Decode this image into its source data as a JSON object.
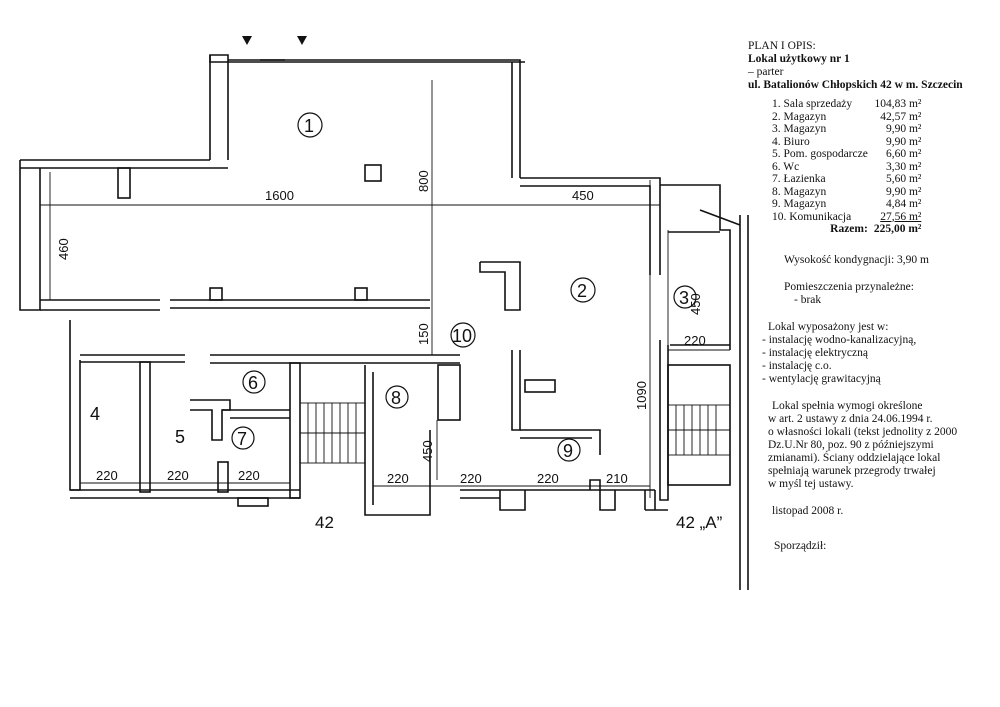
{
  "header": {
    "title": "PLAN I OPIS:",
    "unit": "Lokal użytkowy  nr 1",
    "floor": "– parter",
    "address": "ul. Batalionów Chłopskich 42 w  m. Szczecin"
  },
  "rooms": [
    {
      "label": "1.  Sala sprzedaży",
      "area": "104,83 m²"
    },
    {
      "label": "2.  Magazyn",
      "area": "42,57 m²"
    },
    {
      "label": "3.  Magazyn",
      "area": "9,90 m²"
    },
    {
      "label": "4. Biuro",
      "area": "9,90 m²"
    },
    {
      "label": "5. Pom. gospodarcze",
      "area": "6,60 m²"
    },
    {
      "label": "6. Wc",
      "area": "3,30 m²"
    },
    {
      "label": "7. Łazienka",
      "area": "5,60 m²"
    },
    {
      "label": "8. Magazyn",
      "area": "9,90 m²"
    },
    {
      "label": "9. Magazyn",
      "area": "4,84 m²"
    },
    {
      "label": "10. Komunikacja",
      "area": "27,56 m²"
    }
  ],
  "total": {
    "label": "Razem:",
    "area": "225,00 m²"
  },
  "height_text": "Wysokość kondygnacji: 3,90 m",
  "annex": {
    "title": "Pomieszczenia przynależne:",
    "value": "- brak"
  },
  "equipment": {
    "title": "Lokal wyposażony jest w:",
    "items": [
      "- instalację wodno-kanalizacyjną,",
      "- instalację elektryczną",
      "- instalację c.o.",
      "- wentylację grawitacyjną"
    ]
  },
  "compliance": [
    "Lokal spełnia wymogi określone",
    "w art. 2 ustawy z dnia 24.06.1994 r.",
    "o własności lokali (tekst jednolity z 2000",
    "Dz.U.Nr 80, poz. 90 z późniejszymi",
    "zmianami). Ściany oddzielające lokal",
    "spełniają warunek przegrody trwałej",
    "w myśl tej ustawy."
  ],
  "date": "listopad 2008 r.",
  "author": "Sporządził:",
  "plan": {
    "room_numbers": [
      "1",
      "2",
      "3",
      "4",
      "5",
      "6",
      "7",
      "8",
      "9",
      "10"
    ],
    "dimensions": [
      "1600",
      "450",
      "460",
      "800",
      "150",
      "450",
      "220",
      "220",
      "220",
      "220",
      "220",
      "220",
      "220",
      "210",
      "450",
      "1090"
    ],
    "building_labels": [
      "42",
      "42 „A”"
    ]
  }
}
